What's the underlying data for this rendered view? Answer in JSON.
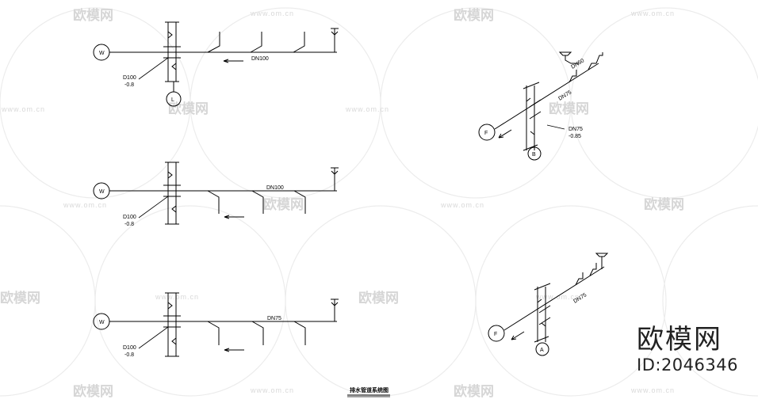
{
  "watermark": {
    "brand": "欧模网",
    "url": "www.om.cn"
  },
  "labels": {
    "W": "W",
    "F": "F",
    "L": "L",
    "B": "B",
    "A": "A",
    "dn100": "DN100",
    "dn75": "DN75",
    "dn50": "DN50",
    "d100": "D100",
    "elev_08": "-0.8",
    "dn75_b": "DN75",
    "elev_085": "-0.85"
  },
  "caption": "排水管道系统图",
  "brand_mark": {
    "logo": "欧模网",
    "id": "ID:2046346"
  }
}
